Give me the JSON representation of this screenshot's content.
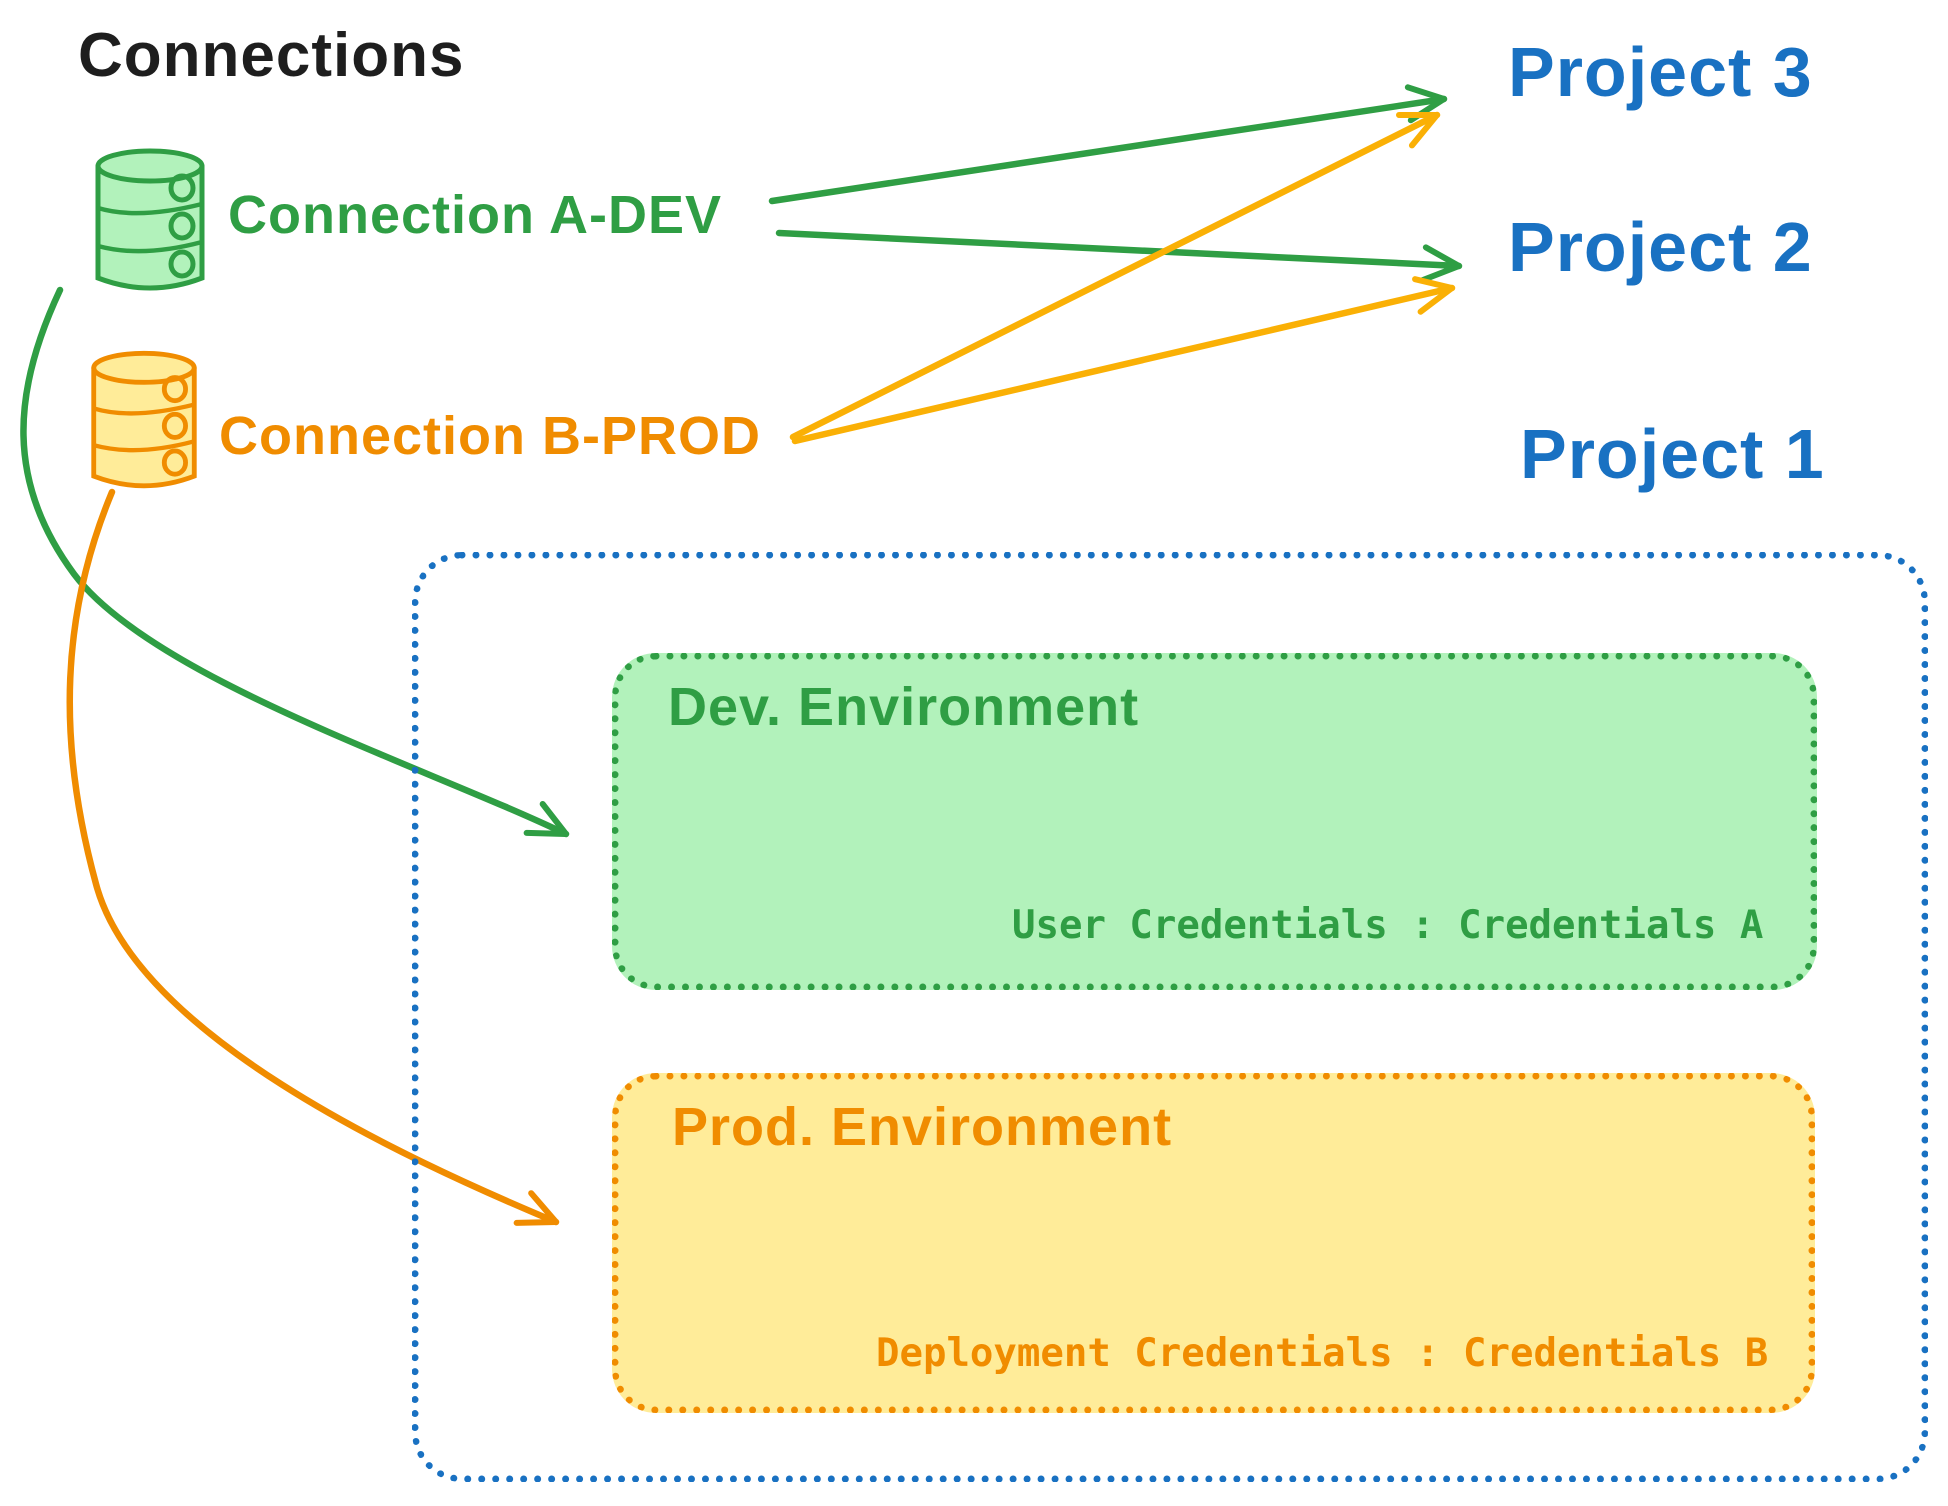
{
  "title": "Connections",
  "colors": {
    "ink": "#1e1e1e",
    "green": "#2f9e44",
    "green_fill": "#b2f2bb",
    "orange": "#f08c00",
    "yellow": "#fab005",
    "yellow_fill": "#ffec99",
    "blue": "#1971c2"
  },
  "connections": [
    {
      "label": "Connection A-DEV",
      "color": "#2f9e44",
      "icon": "database-icon"
    },
    {
      "label": "Connection B-PROD",
      "color": "#f08c00",
      "icon": "database-icon"
    }
  ],
  "projects": [
    {
      "label": "Project 3"
    },
    {
      "label": "Project 2"
    },
    {
      "label": "Project 1"
    }
  ],
  "project1": {
    "dev_environment": {
      "title": "Dev. Environment",
      "credentials": "User Credentials : Credentials A"
    },
    "prod_environment": {
      "title": "Prod. Environment",
      "credentials": "Deployment Credentials : Credentials B"
    }
  },
  "edges": [
    {
      "from": "Connection A-DEV",
      "to": "Project 3",
      "color": "#2f9e44"
    },
    {
      "from": "Connection A-DEV",
      "to": "Project 2",
      "color": "#2f9e44"
    },
    {
      "from": "Connection B-PROD",
      "to": "Project 3",
      "color": "#fab005"
    },
    {
      "from": "Connection B-PROD",
      "to": "Project 2",
      "color": "#fab005"
    },
    {
      "from": "Connection A-DEV",
      "to": "Dev. Environment",
      "color": "#2f9e44"
    },
    {
      "from": "Connection B-PROD",
      "to": "Prod. Environment",
      "color": "#f08c00"
    }
  ]
}
